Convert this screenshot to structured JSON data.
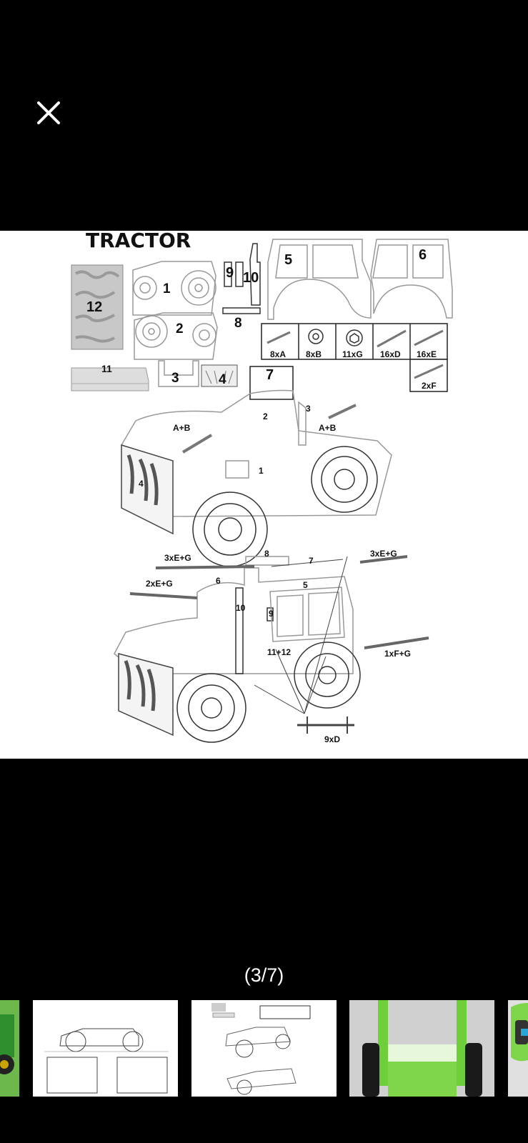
{
  "viewer": {
    "close_icon": "close-icon",
    "counter": "(3/7)",
    "current_index": 3,
    "total": 7
  },
  "diagram": {
    "title": "TRACTOR",
    "parts": [
      "1",
      "2",
      "3",
      "4",
      "5",
      "6",
      "7",
      "8",
      "9",
      "10",
      "11",
      "12"
    ],
    "hardware": [
      {
        "label": "8xA"
      },
      {
        "label": "8xB"
      },
      {
        "label": "11xG"
      },
      {
        "label": "16xD"
      },
      {
        "label": "16xE"
      },
      {
        "label": "2xF"
      }
    ],
    "step1": {
      "labels": [
        "A+B",
        "A+B",
        "1",
        "2",
        "3",
        "4"
      ]
    },
    "step2": {
      "labels": [
        "3xE+G",
        "3xE+G",
        "2xE+G",
        "8",
        "7",
        "6",
        "5",
        "10",
        "9",
        "11+12",
        "1xF+G",
        "9xD"
      ]
    }
  },
  "thumbnails": [
    {
      "name": "thumbnail-1",
      "selected": false
    },
    {
      "name": "thumbnail-2",
      "selected": false
    },
    {
      "name": "thumbnail-3",
      "selected": true
    },
    {
      "name": "thumbnail-4",
      "selected": false
    },
    {
      "name": "thumbnail-5",
      "selected": false
    }
  ]
}
